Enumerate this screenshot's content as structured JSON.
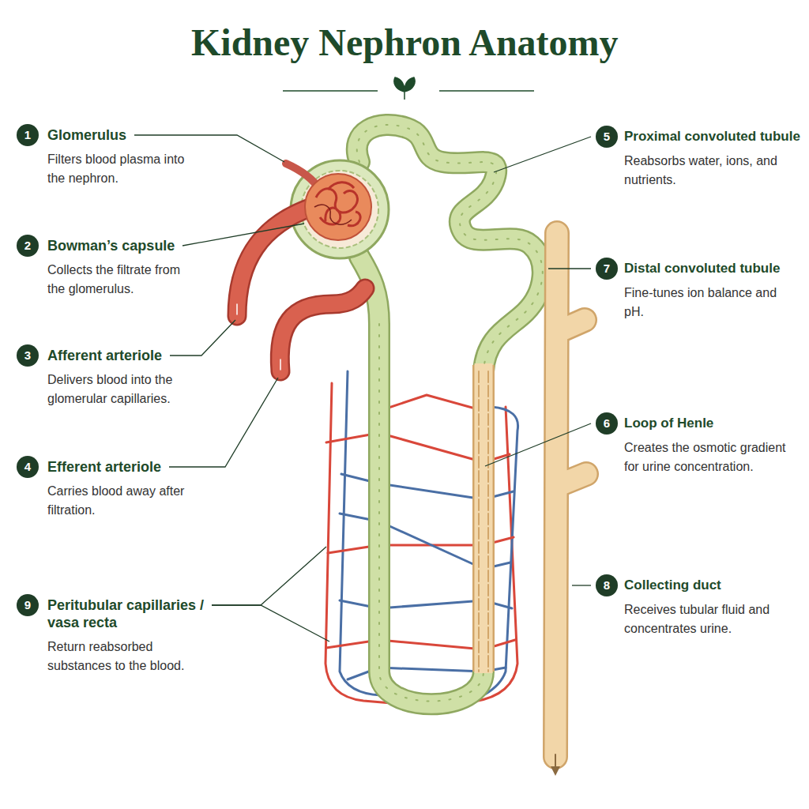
{
  "diagram": {
    "title": "Kidney Nephron Anatomy",
    "labels": [
      "1",
      "Glomerulus",
      "Filters blood plasma into the nephron.",
      "2",
      "Bowman’s capsule",
      "Collects the filtrate from the glomerulus.",
      "3",
      "Afferent arteriole",
      "Delivers blood into the glomerular capillaries.",
      "4",
      "Efferent arteriole",
      "Carries blood away after filtration.",
      "9",
      "Peritubular capillaries / vasa recta",
      "Return reabsorbed substances to the blood.",
      "5",
      "Proximal convoluted tubule",
      "Reabsorbs water, ions, and nutrients.",
      "7",
      "Distal convoluted tubule",
      "Fine-tunes ion balance and pH.",
      "6",
      "Loop of Henle",
      "Creates the osmotic gradient for urine concentration.",
      "8",
      "Collecting duct",
      "Receives tubular fluid and concentrates urine."
    ]
  }
}
